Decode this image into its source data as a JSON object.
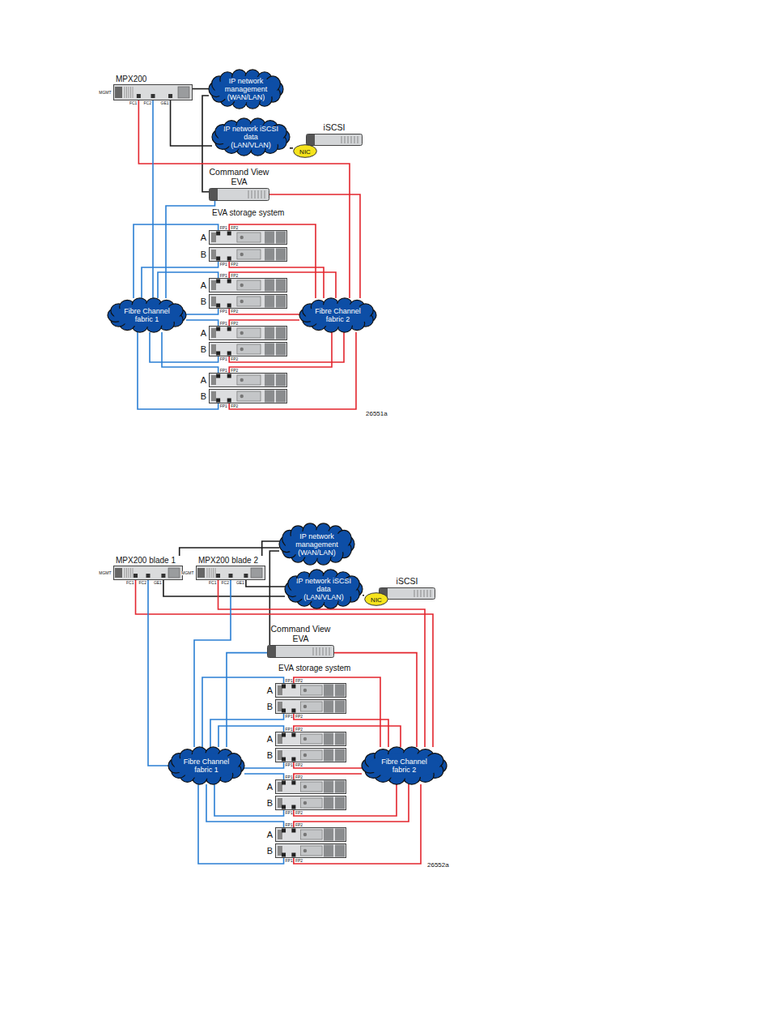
{
  "diagram": {
    "nodes": [
      {
        "text": [
          "MPX200"
        ]
      },
      {
        "text": [
          "IP network management (WAN/LAN)"
        ]
      },
      {
        "text": [
          "IP network iSCSI data (LAN/VLAN)"
        ]
      },
      {
        "text": [
          "iSCSI"
        ]
      },
      {
        "text": [
          "NIC"
        ]
      },
      {
        "text": [
          "Command View EVA"
        ]
      },
      {
        "text": [
          "A"
        ]
      },
      {
        "text": [
          "B"
        ]
      },
      {
        "text": [
          "A"
        ]
      },
      {
        "text": [
          "B"
        ]
      },
      {
        "text": [
          "A"
        ]
      },
      {
        "text": [
          "B"
        ]
      },
      {
        "text": [
          "A"
        ]
      },
      {
        "text": [
          "B"
        ]
      },
      {
        "text": [
          "Fibre Channel fabric 1"
        ]
      },
      {
        "text": [
          "Fibre Channel fabric 2"
        ]
      },
      {
        "text": [
          "MPX200 blade 1"
        ]
      },
      {
        "text": [
          "MPX200 blade 2"
        ]
      },
      {
        "text": [
          "IP network management (WAN/LAN)"
        ]
      },
      {
        "text": [
          "IP network iSCSI data (LAN/VLAN)"
        ]
      },
      {
        "text": [
          "iSCSI"
        ]
      },
      {
        "text": [
          "NIC"
        ]
      },
      {
        "text": [
          "Command View EVA"
        ]
      },
      {
        "text": [
          "A"
        ]
      },
      {
        "text": [
          "B"
        ]
      },
      {
        "text": [
          "A"
        ]
      },
      {
        "text": [
          "B"
        ]
      },
      {
        "text": [
          "A"
        ]
      },
      {
        "text": [
          "B"
        ]
      },
      {
        "text": [
          "A"
        ]
      },
      {
        "text": [
          "B"
        ]
      },
      {
        "text": [
          "Fibre Channel fabric 1"
        ]
      },
      {
        "text": [
          "Fibre Channel fabric 2"
        ]
      }
    ],
    "edges": [
      {
        "from": 0,
        "to": 1,
        "arrow": "none"
      },
      {
        "from": 5,
        "to": 1,
        "arrow": "none"
      },
      {
        "from": 0,
        "to": 2,
        "arrow": "none"
      },
      {
        "from": 2,
        "to": 4,
        "arrow": "none"
      },
      {
        "from": 0,
        "to": 15,
        "arrow": "none"
      },
      {
        "from": 0,
        "to": 14,
        "arrow": "none"
      },
      {
        "from": 5,
        "to": 14,
        "arrow": "none"
      },
      {
        "from": 5,
        "to": 15,
        "arrow": "none"
      },
      {
        "from": 6,
        "to": 14,
        "arrow": "none"
      },
      {
        "from": 6,
        "to": 15,
        "arrow": "none"
      },
      {
        "from": 7,
        "to": 14,
        "arrow": "none"
      },
      {
        "from": 7,
        "to": 15,
        "arrow": "none"
      },
      {
        "from": 8,
        "to": 14,
        "arrow": "none"
      },
      {
        "from": 8,
        "to": 15,
        "arrow": "none"
      },
      {
        "from": 9,
        "to": 14,
        "arrow": "none"
      },
      {
        "from": 9,
        "to": 15,
        "arrow": "none"
      },
      {
        "from": 10,
        "to": 14,
        "arrow": "none"
      },
      {
        "from": 10,
        "to": 15,
        "arrow": "none"
      },
      {
        "from": 11,
        "to": 14,
        "arrow": "none"
      },
      {
        "from": 11,
        "to": 15,
        "arrow": "none"
      },
      {
        "from": 12,
        "to": 14,
        "arrow": "none"
      },
      {
        "from": 12,
        "to": 15,
        "arrow": "none"
      },
      {
        "from": 13,
        "to": 14,
        "arrow": "none"
      },
      {
        "from": 13,
        "to": 15,
        "arrow": "none"
      },
      {
        "from": 16,
        "to": 18,
        "arrow": "none"
      },
      {
        "from": 17,
        "to": 18,
        "arrow": "none"
      },
      {
        "from": 22,
        "to": 18,
        "arrow": "none"
      },
      {
        "from": 16,
        "to": 19,
        "arrow": "none"
      },
      {
        "from": 17,
        "to": 19,
        "arrow": "none"
      },
      {
        "from": 19,
        "to": 21,
        "arrow": "none"
      },
      {
        "from": 16,
        "to": 32,
        "arrow": "none"
      },
      {
        "from": 16,
        "to": 31,
        "arrow": "none"
      },
      {
        "from": 17,
        "to": 32,
        "arrow": "none"
      },
      {
        "from": 17,
        "to": 31,
        "arrow": "none"
      },
      {
        "from": 22,
        "to": 31,
        "arrow": "none"
      },
      {
        "from": 22,
        "to": 32,
        "arrow": "none"
      },
      {
        "from": 23,
        "to": 31,
        "arrow": "none"
      },
      {
        "from": 23,
        "to": 32,
        "arrow": "none"
      },
      {
        "from": 24,
        "to": 31,
        "arrow": "none"
      },
      {
        "from": 24,
        "to": 32,
        "arrow": "none"
      },
      {
        "from": 25,
        "to": 31,
        "arrow": "none"
      },
      {
        "from": 25,
        "to": 32,
        "arrow": "none"
      },
      {
        "from": 26,
        "to": 31,
        "arrow": "none"
      },
      {
        "from": 26,
        "to": 32,
        "arrow": "none"
      },
      {
        "from": 27,
        "to": 31,
        "arrow": "none"
      },
      {
        "from": 27,
        "to": 32,
        "arrow": "none"
      },
      {
        "from": 28,
        "to": 31,
        "arrow": "none"
      },
      {
        "from": 28,
        "to": 32,
        "arrow": "none"
      },
      {
        "from": 29,
        "to": 31,
        "arrow": "none"
      },
      {
        "from": 29,
        "to": 32,
        "arrow": "none"
      },
      {
        "from": 30,
        "to": 31,
        "arrow": "none"
      },
      {
        "from": 30,
        "to": 32,
        "arrow": "none"
      }
    ],
    "labels": [
      "MGMT",
      "FC1",
      "FC2",
      "GE1",
      "EVA storage system",
      "FP1",
      "FP2",
      "FP1",
      "FP2",
      "FP1",
      "FP2",
      "FP1",
      "FP2",
      "FP1",
      "FP2",
      "FP1",
      "FP2",
      "FP1",
      "FP2",
      "FP1",
      "FP2",
      "26551a",
      "MGMT",
      "FC1",
      "FC2",
      "GE1",
      "MGMT",
      "FC1",
      "FC2",
      "GE1",
      "EVA storage system",
      "FP1",
      "FP2",
      "FP1",
      "FP2",
      "FP1",
      "FP2",
      "FP1",
      "FP2",
      "FP1",
      "FP2",
      "FP1",
      "FP2",
      "FP1",
      "FP2",
      "FP1",
      "FP2",
      "26552a"
    ]
  }
}
